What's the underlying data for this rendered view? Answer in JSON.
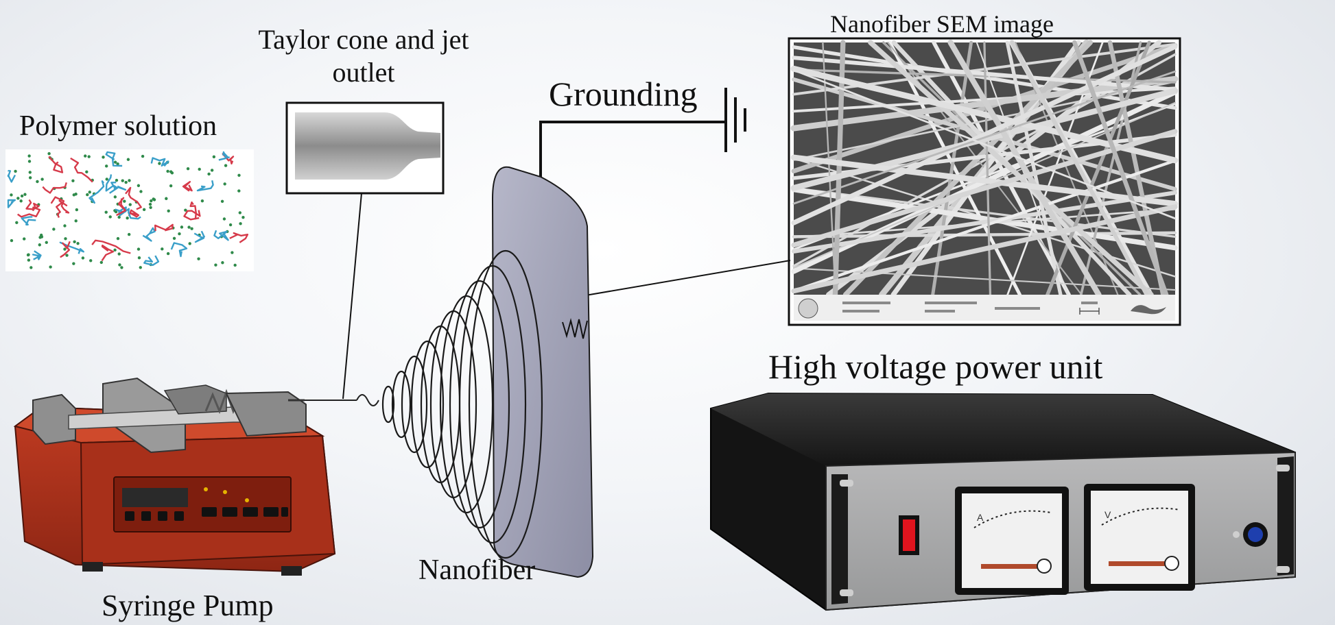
{
  "labels": {
    "polymer_solution": "Polymer solution",
    "taylor_cone": "Taylor cone and jet outlet",
    "grounding": "Grounding",
    "sem_image": "Nanofiber SEM image",
    "hv_unit": "High voltage power unit",
    "nanofiber": "Nanofiber",
    "syringe_pump": "Syringe Pump"
  },
  "colors": {
    "pump_body": "#b8361f",
    "pump_top": "#d3472c",
    "collector": "#9e9fb4",
    "rack_panel": "#a8a9aa",
    "chain_red": "#d63a4a",
    "chain_blue": "#3a9fc9",
    "dot_green": "#2f8a4a",
    "switch_red": "#e0141e",
    "knob_blue": "#1e3fae"
  }
}
